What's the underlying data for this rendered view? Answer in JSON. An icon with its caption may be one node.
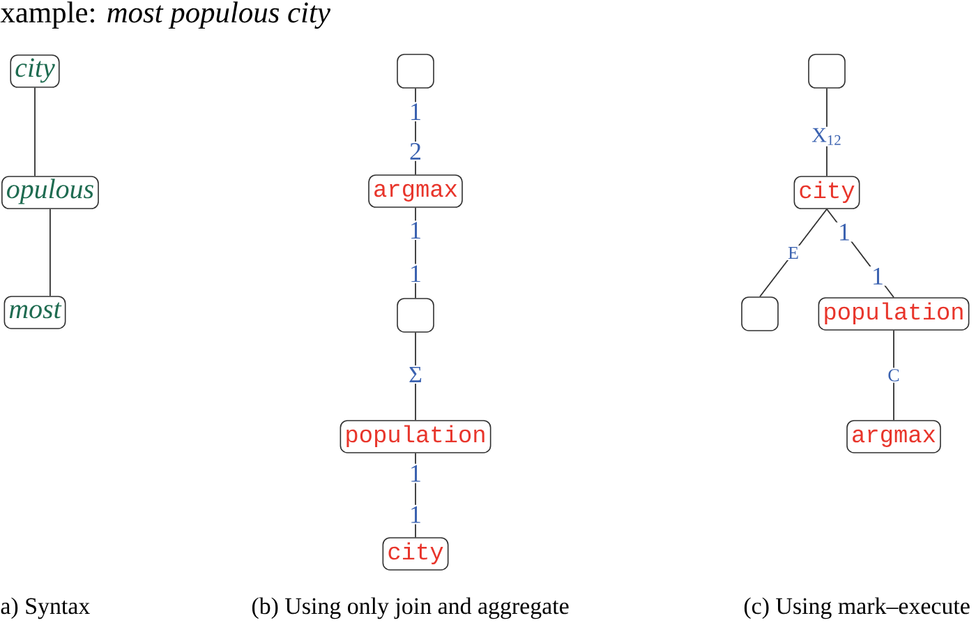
{
  "diagram": {
    "title": "xample: *most populous city*",
    "nodes": [
      {
        "text": [
          "city"
        ]
      },
      {
        "text": [
          "opulous"
        ]
      },
      {
        "text": [
          "most"
        ]
      },
      {
        "text": [],
        "shape": "box"
      },
      {
        "text": [
          "argmax"
        ]
      },
      {
        "text": [],
        "shape": "box"
      },
      {
        "text": [
          "population"
        ]
      },
      {
        "text": [
          "city"
        ]
      },
      {
        "text": [],
        "shape": "box"
      },
      {
        "text": [
          "city"
        ]
      },
      {
        "text": [],
        "shape": "box"
      },
      {
        "text": [
          "population"
        ]
      },
      {
        "text": [
          "argmax"
        ]
      }
    ],
    "edges": [
      {
        "from": 0,
        "to": 1,
        "arrow": "none"
      },
      {
        "from": 1,
        "to": 2,
        "arrow": "none"
      },
      {
        "from": 3,
        "to": 4,
        "arrow": "none",
        "label": "1"
      },
      {
        "from": 4,
        "to": 5,
        "arrow": "none",
        "label": "1"
      },
      {
        "from": 5,
        "to": 6,
        "arrow": "none",
        "label": "Σ"
      },
      {
        "from": 6,
        "to": 7,
        "arrow": "none",
        "label": "1"
      },
      {
        "from": 8,
        "to": 9,
        "arrow": "none",
        "label": "X$_{12}$"
      },
      {
        "from": 9,
        "to": 10,
        "arrow": "none",
        "label": "E"
      },
      {
        "from": 9,
        "to": 11,
        "arrow": "none",
        "label": "1"
      },
      {
        "from": 11,
        "to": 12,
        "arrow": "none",
        "label": "C"
      }
    ],
    "labels": [
      "2",
      "1",
      "1",
      "1",
      "a) Syntax",
      "(b) Using only join and aggregate",
      "(c) Using mark–execute"
    ]
  }
}
